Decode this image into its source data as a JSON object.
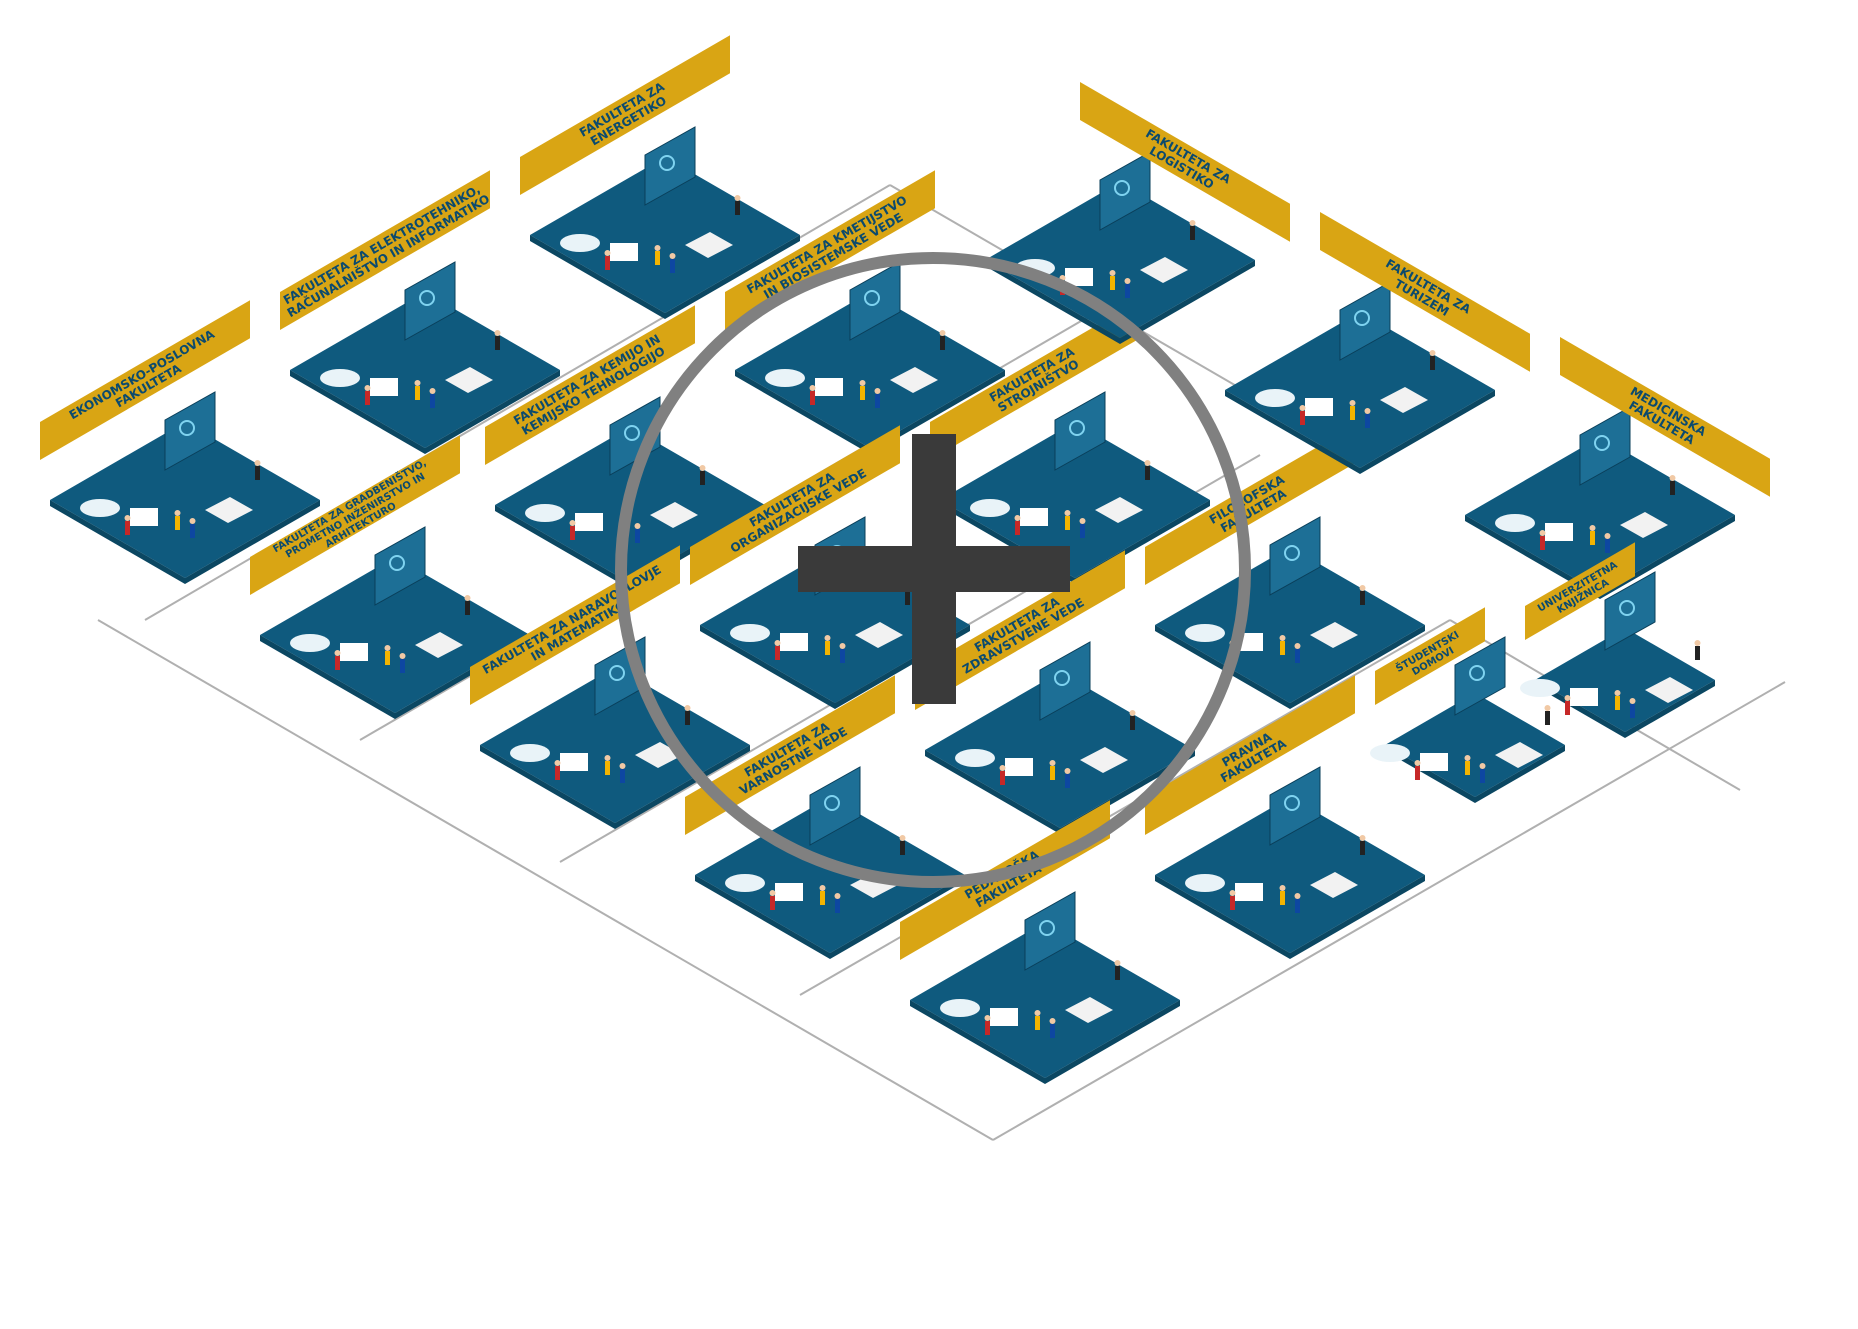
{
  "colors": {
    "floor": "#0f5a7e",
    "floor_dark": "#0b4762",
    "banner": "#d9a514",
    "banner_text": "#0b4a6e",
    "wall": "#1d6f96",
    "line": "#b0b0b0",
    "zoom_ring": "#808080",
    "zoom_plus": "#3a3a3a"
  },
  "zoom_control": {
    "icon": "zoom-in-plus-icon"
  },
  "booths": [
    {
      "id": "ekonomsko",
      "lines": [
        "EKONOMSKO-POSLOVNA",
        "FAKULTETA"
      ]
    },
    {
      "id": "elektro",
      "lines": [
        "FAKULTETA ZA ELEKTROTEHNIKO,",
        "RAČUNALNIŠTVO IN INFORMATIKO"
      ]
    },
    {
      "id": "energetika",
      "lines": [
        "FAKULTETA ZA",
        "ENERGETIKO"
      ]
    },
    {
      "id": "gradbenistvo",
      "lines": [
        "FAKULTETA ZA GRADBENIŠTVO,",
        "PROMETNO INŽENIRSTVO IN",
        "ARHITEKTURO"
      ]
    },
    {
      "id": "kemija",
      "lines": [
        "FAKULTETA ZA KEMIJO IN",
        "KEMIJSKO TEHNOLOGIJO"
      ]
    },
    {
      "id": "kmetijstvo",
      "lines": [
        "FAKULTETA ZA KMETIJSTVO",
        "IN BIOSISTEMSKE VEDE"
      ]
    },
    {
      "id": "naravoslovje",
      "lines": [
        "FAKULTETA ZA NARAVOSLOVJE",
        "IN MATEMATIKO"
      ]
    },
    {
      "id": "organizacijske",
      "lines": [
        "FAKULTETA ZA",
        "ORGANIZACIJSKE VEDE"
      ]
    },
    {
      "id": "strojnistvo",
      "lines": [
        "FAKULTETA ZA",
        "STROJNIŠTVO"
      ]
    },
    {
      "id": "varnostne",
      "lines": [
        "FAKULTETA ZA",
        "VARNOSTNE VEDE"
      ]
    },
    {
      "id": "zdravstvene",
      "lines": [
        "FAKULTETA ZA",
        "ZDRAVSTVENE VEDE"
      ]
    },
    {
      "id": "filozofska",
      "lines": [
        "FILOZOFSKA",
        "FAKULTETA"
      ]
    },
    {
      "id": "pedagoska",
      "lines": [
        "PEDAGOŠKA",
        "FAKULTETA"
      ]
    },
    {
      "id": "pravna",
      "lines": [
        "PRAVNA",
        "FAKULTETA"
      ]
    },
    {
      "id": "logistika",
      "lines": [
        "FAKULTETA ZA",
        "LOGISTIKO"
      ]
    },
    {
      "id": "turizem",
      "lines": [
        "FAKULTETA ZA",
        "TURIZEM"
      ]
    },
    {
      "id": "medicinska",
      "lines": [
        "MEDICINSKA",
        "FAKULTETA"
      ]
    },
    {
      "id": "domovi",
      "lines": [
        "ŠTUDENTSKI",
        "DOMOVI"
      ]
    },
    {
      "id": "knjiznica",
      "lines": [
        "UNIVERZITETNA",
        "KNJIŽNICA"
      ]
    }
  ]
}
